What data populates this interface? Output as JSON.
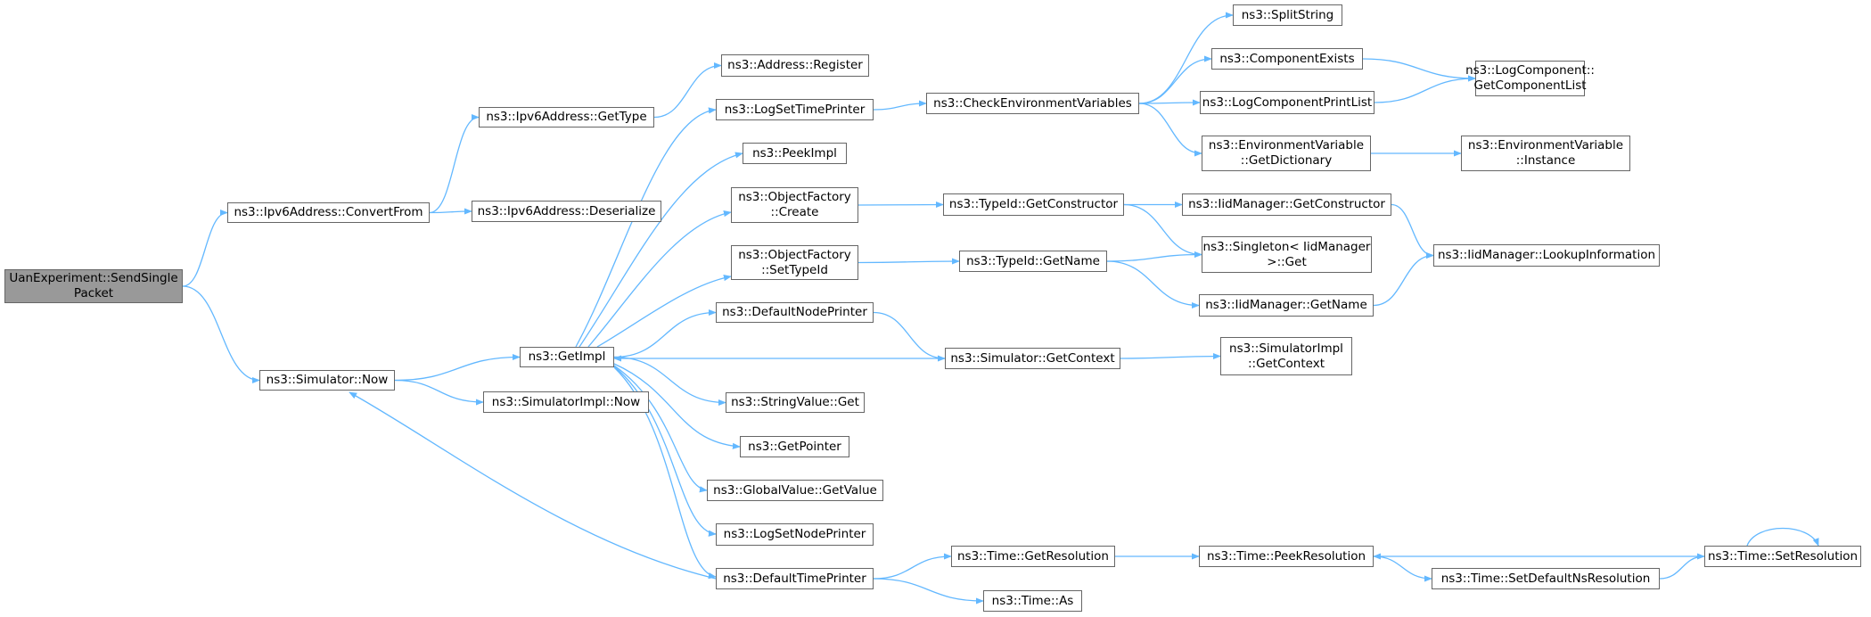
{
  "nodes": [
    {
      "id": "root",
      "lines": [
        "UanExperiment::SendSingle",
        "Packet"
      ],
      "root": true
    },
    {
      "id": "ipv6convertfrom",
      "lines": [
        "ns3::Ipv6Address::ConvertFrom"
      ]
    },
    {
      "id": "simnow",
      "lines": [
        "ns3::Simulator::Now"
      ]
    },
    {
      "id": "ipv6gettype",
      "lines": [
        "ns3::Ipv6Address::GetType"
      ]
    },
    {
      "id": "ipv6deserialize",
      "lines": [
        "ns3::Ipv6Address::Deserialize"
      ]
    },
    {
      "id": "getimpl",
      "lines": [
        "ns3::GetImpl"
      ]
    },
    {
      "id": "simimplnow",
      "lines": [
        "ns3::SimulatorImpl::Now"
      ]
    },
    {
      "id": "addrregister",
      "lines": [
        "ns3::Address::Register"
      ]
    },
    {
      "id": "logsettimeprinter",
      "lines": [
        "ns3::LogSetTimePrinter"
      ]
    },
    {
      "id": "peekimpl",
      "lines": [
        "ns3::PeekImpl"
      ]
    },
    {
      "id": "ofcreate",
      "lines": [
        "ns3::ObjectFactory",
        "::Create"
      ]
    },
    {
      "id": "ofsettypeid",
      "lines": [
        "ns3::ObjectFactory",
        "::SetTypeId"
      ]
    },
    {
      "id": "defaultnodeprinter",
      "lines": [
        "ns3::DefaultNodePrinter"
      ]
    },
    {
      "id": "stringvalueget",
      "lines": [
        "ns3::StringValue::Get"
      ]
    },
    {
      "id": "getpointer",
      "lines": [
        "ns3::GetPointer"
      ]
    },
    {
      "id": "globalvaluegetvalue",
      "lines": [
        "ns3::GlobalValue::GetValue"
      ]
    },
    {
      "id": "logsetnodeprinter",
      "lines": [
        "ns3::LogSetNodePrinter"
      ]
    },
    {
      "id": "defaulttimeprinter",
      "lines": [
        "ns3::DefaultTimePrinter"
      ]
    },
    {
      "id": "checkenv",
      "lines": [
        "ns3::CheckEnvironmentVariables"
      ]
    },
    {
      "id": "typeidgetconstructor",
      "lines": [
        "ns3::TypeId::GetConstructor"
      ]
    },
    {
      "id": "typeidgetname",
      "lines": [
        "ns3::TypeId::GetName"
      ]
    },
    {
      "id": "simgetcontext",
      "lines": [
        "ns3::Simulator::GetContext"
      ]
    },
    {
      "id": "timegetresolution",
      "lines": [
        "ns3::Time::GetResolution"
      ]
    },
    {
      "id": "timeas",
      "lines": [
        "ns3::Time::As"
      ]
    },
    {
      "id": "splitstring",
      "lines": [
        "ns3::SplitString"
      ]
    },
    {
      "id": "componentexists",
      "lines": [
        "ns3::ComponentExists"
      ]
    },
    {
      "id": "logcomponentprintlist",
      "lines": [
        "ns3::LogComponentPrintList"
      ]
    },
    {
      "id": "envgetdictionary",
      "lines": [
        "ns3::EnvironmentVariable",
        "::GetDictionary"
      ]
    },
    {
      "id": "iidgetconstructor",
      "lines": [
        "ns3::IidManager::GetConstructor"
      ]
    },
    {
      "id": "singletonget",
      "lines": [
        "ns3::Singleton< IidManager",
        ">::Get"
      ]
    },
    {
      "id": "iidgetname",
      "lines": [
        "ns3::IidManager::GetName"
      ]
    },
    {
      "id": "simimplgetcontext",
      "lines": [
        "ns3::SimulatorImpl",
        "::GetContext"
      ]
    },
    {
      "id": "timepeekresolution",
      "lines": [
        "ns3::Time::PeekResolution"
      ]
    },
    {
      "id": "logcomponentgetlist",
      "lines": [
        "ns3::LogComponent::",
        "GetComponentList"
      ]
    },
    {
      "id": "envinstance",
      "lines": [
        "ns3::EnvironmentVariable",
        "::Instance"
      ]
    },
    {
      "id": "iidlookupinfo",
      "lines": [
        "ns3::IidManager::LookupInformation"
      ]
    },
    {
      "id": "timesetdefaultns",
      "lines": [
        "ns3::Time::SetDefaultNsResolution"
      ]
    },
    {
      "id": "timesetresolution",
      "lines": [
        "ns3::Time::SetResolution"
      ]
    }
  ],
  "edges": [
    [
      "root",
      "ipv6convertfrom"
    ],
    [
      "root",
      "simnow"
    ],
    [
      "ipv6convertfrom",
      "ipv6gettype"
    ],
    [
      "ipv6convertfrom",
      "ipv6deserialize"
    ],
    [
      "ipv6gettype",
      "addrregister"
    ],
    [
      "simnow",
      "getimpl"
    ],
    [
      "simnow",
      "simimplnow"
    ],
    [
      "getimpl",
      "logsettimeprinter"
    ],
    [
      "getimpl",
      "peekimpl"
    ],
    [
      "getimpl",
      "ofcreate"
    ],
    [
      "getimpl",
      "ofsettypeid"
    ],
    [
      "getimpl",
      "defaultnodeprinter"
    ],
    [
      "getimpl",
      "stringvalueget"
    ],
    [
      "getimpl",
      "getpointer"
    ],
    [
      "getimpl",
      "globalvaluegetvalue"
    ],
    [
      "getimpl",
      "logsetnodeprinter"
    ],
    [
      "getimpl",
      "defaulttimeprinter"
    ],
    [
      "logsettimeprinter",
      "checkenv"
    ],
    [
      "checkenv",
      "splitstring"
    ],
    [
      "checkenv",
      "componentexists"
    ],
    [
      "checkenv",
      "logcomponentprintlist"
    ],
    [
      "checkenv",
      "envgetdictionary"
    ],
    [
      "componentexists",
      "logcomponentgetlist"
    ],
    [
      "logcomponentprintlist",
      "logcomponentgetlist"
    ],
    [
      "envgetdictionary",
      "envinstance"
    ],
    [
      "ofcreate",
      "typeidgetconstructor"
    ],
    [
      "typeidgetconstructor",
      "iidgetconstructor"
    ],
    [
      "typeidgetconstructor",
      "singletonget"
    ],
    [
      "iidgetconstructor",
      "iidlookupinfo"
    ],
    [
      "ofsettypeid",
      "typeidgetname"
    ],
    [
      "typeidgetname",
      "singletonget"
    ],
    [
      "typeidgetname",
      "iidgetname"
    ],
    [
      "iidgetname",
      "iidlookupinfo"
    ],
    [
      "defaultnodeprinter",
      "simgetcontext"
    ],
    [
      "simgetcontext",
      "getimpl"
    ],
    [
      "simgetcontext",
      "simimplgetcontext"
    ],
    [
      "defaulttimeprinter",
      "simnow"
    ],
    [
      "defaulttimeprinter",
      "timegetresolution"
    ],
    [
      "defaulttimeprinter",
      "timeas"
    ],
    [
      "timegetresolution",
      "timepeekresolution"
    ],
    [
      "timepeekresolution",
      "timesetdefaultns"
    ],
    [
      "timesetdefaultns",
      "timesetresolution"
    ],
    [
      "timesetresolution",
      "timepeekresolution"
    ],
    [
      "timesetresolution",
      "timesetresolution"
    ]
  ],
  "colors": {
    "edge": "#63b8ff",
    "node_border": "#666666",
    "root_fill": "#999999",
    "node_fill": "#ffffff"
  }
}
